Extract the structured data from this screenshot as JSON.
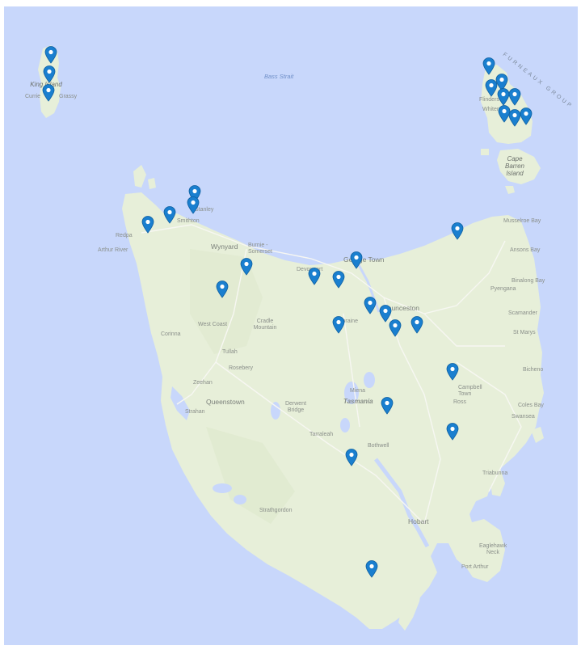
{
  "map": {
    "water_labels": [
      {
        "id": "bass-strait",
        "text": "Bass Strait"
      }
    ],
    "group_label": "FURNEAUX GROUP",
    "island_labels": [
      {
        "id": "king-island",
        "text": "King Island"
      },
      {
        "id": "cape-barren-island",
        "text": "Cape Barren Island"
      }
    ],
    "state_label": "Tasmania",
    "places": [
      {
        "id": "wynyard",
        "text": "Wynyard",
        "cls": "big"
      },
      {
        "id": "burnie-somerset",
        "text": "Burnie - Somerset",
        "cls": ""
      },
      {
        "id": "devonport",
        "text": "Devonport",
        "cls": ""
      },
      {
        "id": "george-town",
        "text": "George Town",
        "cls": "big"
      },
      {
        "id": "launceston",
        "text": "Launceston",
        "cls": "big"
      },
      {
        "id": "deloraine",
        "text": "Deloraine",
        "cls": ""
      },
      {
        "id": "smithton",
        "text": "Smithton",
        "cls": ""
      },
      {
        "id": "redpa",
        "text": "Redpa",
        "cls": ""
      },
      {
        "id": "arthur-river",
        "text": "Arthur River",
        "cls": ""
      },
      {
        "id": "west-coast",
        "text": "West Coast",
        "cls": ""
      },
      {
        "id": "cradle-mountain",
        "text": "Cradle Mountain",
        "cls": ""
      },
      {
        "id": "corinna",
        "text": "Corinna",
        "cls": ""
      },
      {
        "id": "tullah",
        "text": "Tullah",
        "cls": ""
      },
      {
        "id": "rosebery",
        "text": "Rosebery",
        "cls": ""
      },
      {
        "id": "zeehan",
        "text": "Zeehan",
        "cls": ""
      },
      {
        "id": "queenstown",
        "text": "Queenstown",
        "cls": "big"
      },
      {
        "id": "strahan",
        "text": "Strahan",
        "cls": ""
      },
      {
        "id": "derwent-bridge",
        "text": "Derwent Bridge",
        "cls": ""
      },
      {
        "id": "miena",
        "text": "Miena",
        "cls": ""
      },
      {
        "id": "tarraleah",
        "text": "Tarraleah",
        "cls": ""
      },
      {
        "id": "bothwell",
        "text": "Bothwell",
        "cls": ""
      },
      {
        "id": "strathgordon",
        "text": "Strathgordon",
        "cls": ""
      },
      {
        "id": "hobart",
        "text": "Hobart",
        "cls": "big"
      },
      {
        "id": "campbell-town",
        "text": "Campbell Town",
        "cls": ""
      },
      {
        "id": "ross",
        "text": "Ross",
        "cls": ""
      },
      {
        "id": "triabunna",
        "text": "Triabunna",
        "cls": ""
      },
      {
        "id": "eaglehawk-neck",
        "text": "Eaglehawk Neck",
        "cls": ""
      },
      {
        "id": "port-arthur",
        "text": "Port Arthur",
        "cls": ""
      },
      {
        "id": "musselroe-bay",
        "text": "Musselroe Bay",
        "cls": ""
      },
      {
        "id": "ansons-bay",
        "text": "Ansons Bay",
        "cls": ""
      },
      {
        "id": "binalong-bay",
        "text": "Binalong Bay",
        "cls": ""
      },
      {
        "id": "pyengana",
        "text": "Pyengana",
        "cls": ""
      },
      {
        "id": "scamander",
        "text": "Scamander",
        "cls": ""
      },
      {
        "id": "st-marys",
        "text": "St Marys",
        "cls": ""
      },
      {
        "id": "bicheno",
        "text": "Bicheno",
        "cls": ""
      },
      {
        "id": "coles-bay",
        "text": "Coles Bay",
        "cls": ""
      },
      {
        "id": "swansea",
        "text": "Swansea",
        "cls": ""
      },
      {
        "id": "whitemark",
        "text": "Whitemark",
        "cls": ""
      },
      {
        "id": "currie",
        "text": "Currie",
        "cls": ""
      },
      {
        "id": "grassy",
        "text": "Grassy",
        "cls": ""
      },
      {
        "id": "stanley",
        "text": "Stanley",
        "cls": ""
      },
      {
        "id": "flinders",
        "text": "Flinders",
        "cls": ""
      }
    ],
    "marker_count": 32,
    "colors": {
      "water": "#c8d7fb",
      "land": "#e7efd9",
      "marker": "#1a7fcf",
      "road": "#f6f6f1"
    }
  }
}
